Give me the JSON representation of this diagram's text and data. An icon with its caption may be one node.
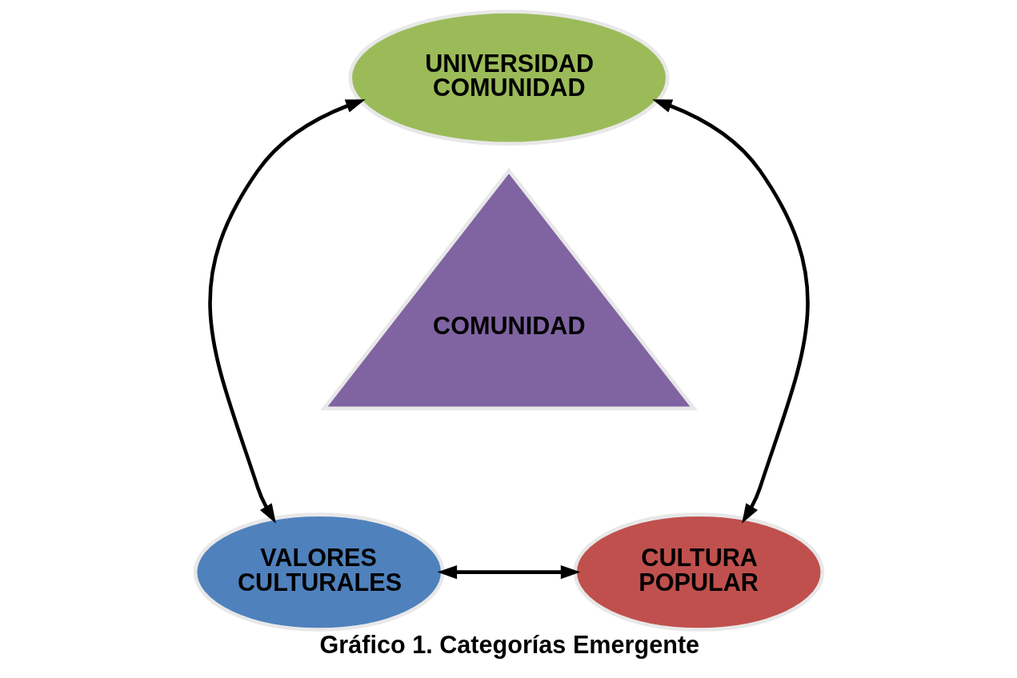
{
  "diagram": {
    "caption": "Gráfico 1. Categorías Emergente",
    "nodes": [
      {
        "text": [
          "UNIVERSIDAD COMUNIDAD"
        ]
      },
      {
        "text": [
          "COMUNIDAD"
        ]
      },
      {
        "text": [
          "VALORES CULTURALES"
        ]
      },
      {
        "text": [
          "CULTURA POPULAR"
        ]
      }
    ],
    "edges": [
      {
        "from": 0,
        "to": 2,
        "arrow": "both"
      },
      {
        "from": 0,
        "to": 3,
        "arrow": "both"
      },
      {
        "from": 2,
        "to": 3,
        "arrow": "both"
      }
    ]
  }
}
